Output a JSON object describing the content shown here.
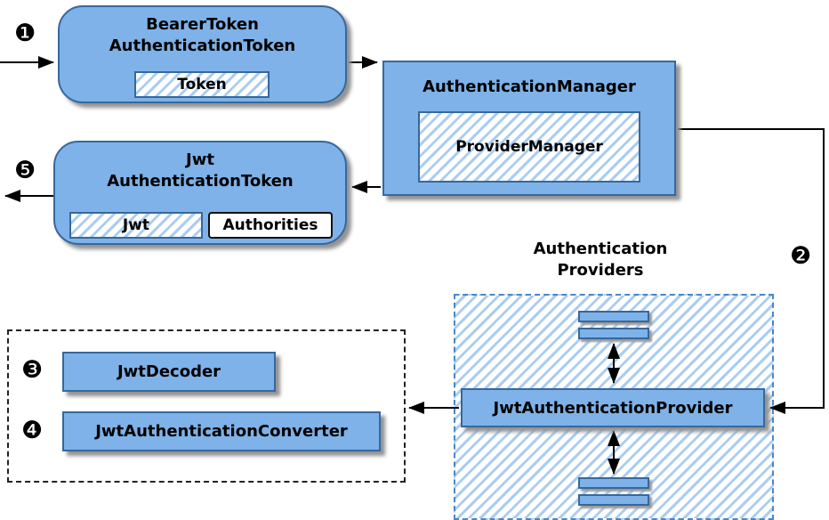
{
  "markers": {
    "step1": "❶",
    "step2": "❷",
    "step3": "❸",
    "step4": "❹",
    "step5": "❺"
  },
  "bearer_box": {
    "line1": "BearerToken",
    "line2": "AuthenticationToken",
    "token": "Token"
  },
  "manager_box": {
    "title": "AuthenticationManager",
    "inner": "ProviderManager"
  },
  "jwt_box": {
    "line1": "Jwt",
    "line2": "AuthenticationToken",
    "jwt": "Jwt",
    "authorities": "Authorities"
  },
  "converter_group": {
    "decoder": "JwtDecoder",
    "converter": "JwtAuthenticationConverter"
  },
  "providers": {
    "title_line1": "Authentication",
    "title_line2": "Providers",
    "provider": "JwtAuthenticationProvider"
  },
  "colors": {
    "box_fill": "#7eb2e8",
    "box_border": "#36689c",
    "hatch_stripe": "#abcdf0",
    "providers_dash_border": "#4a86c8",
    "arrow": "#000000"
  }
}
